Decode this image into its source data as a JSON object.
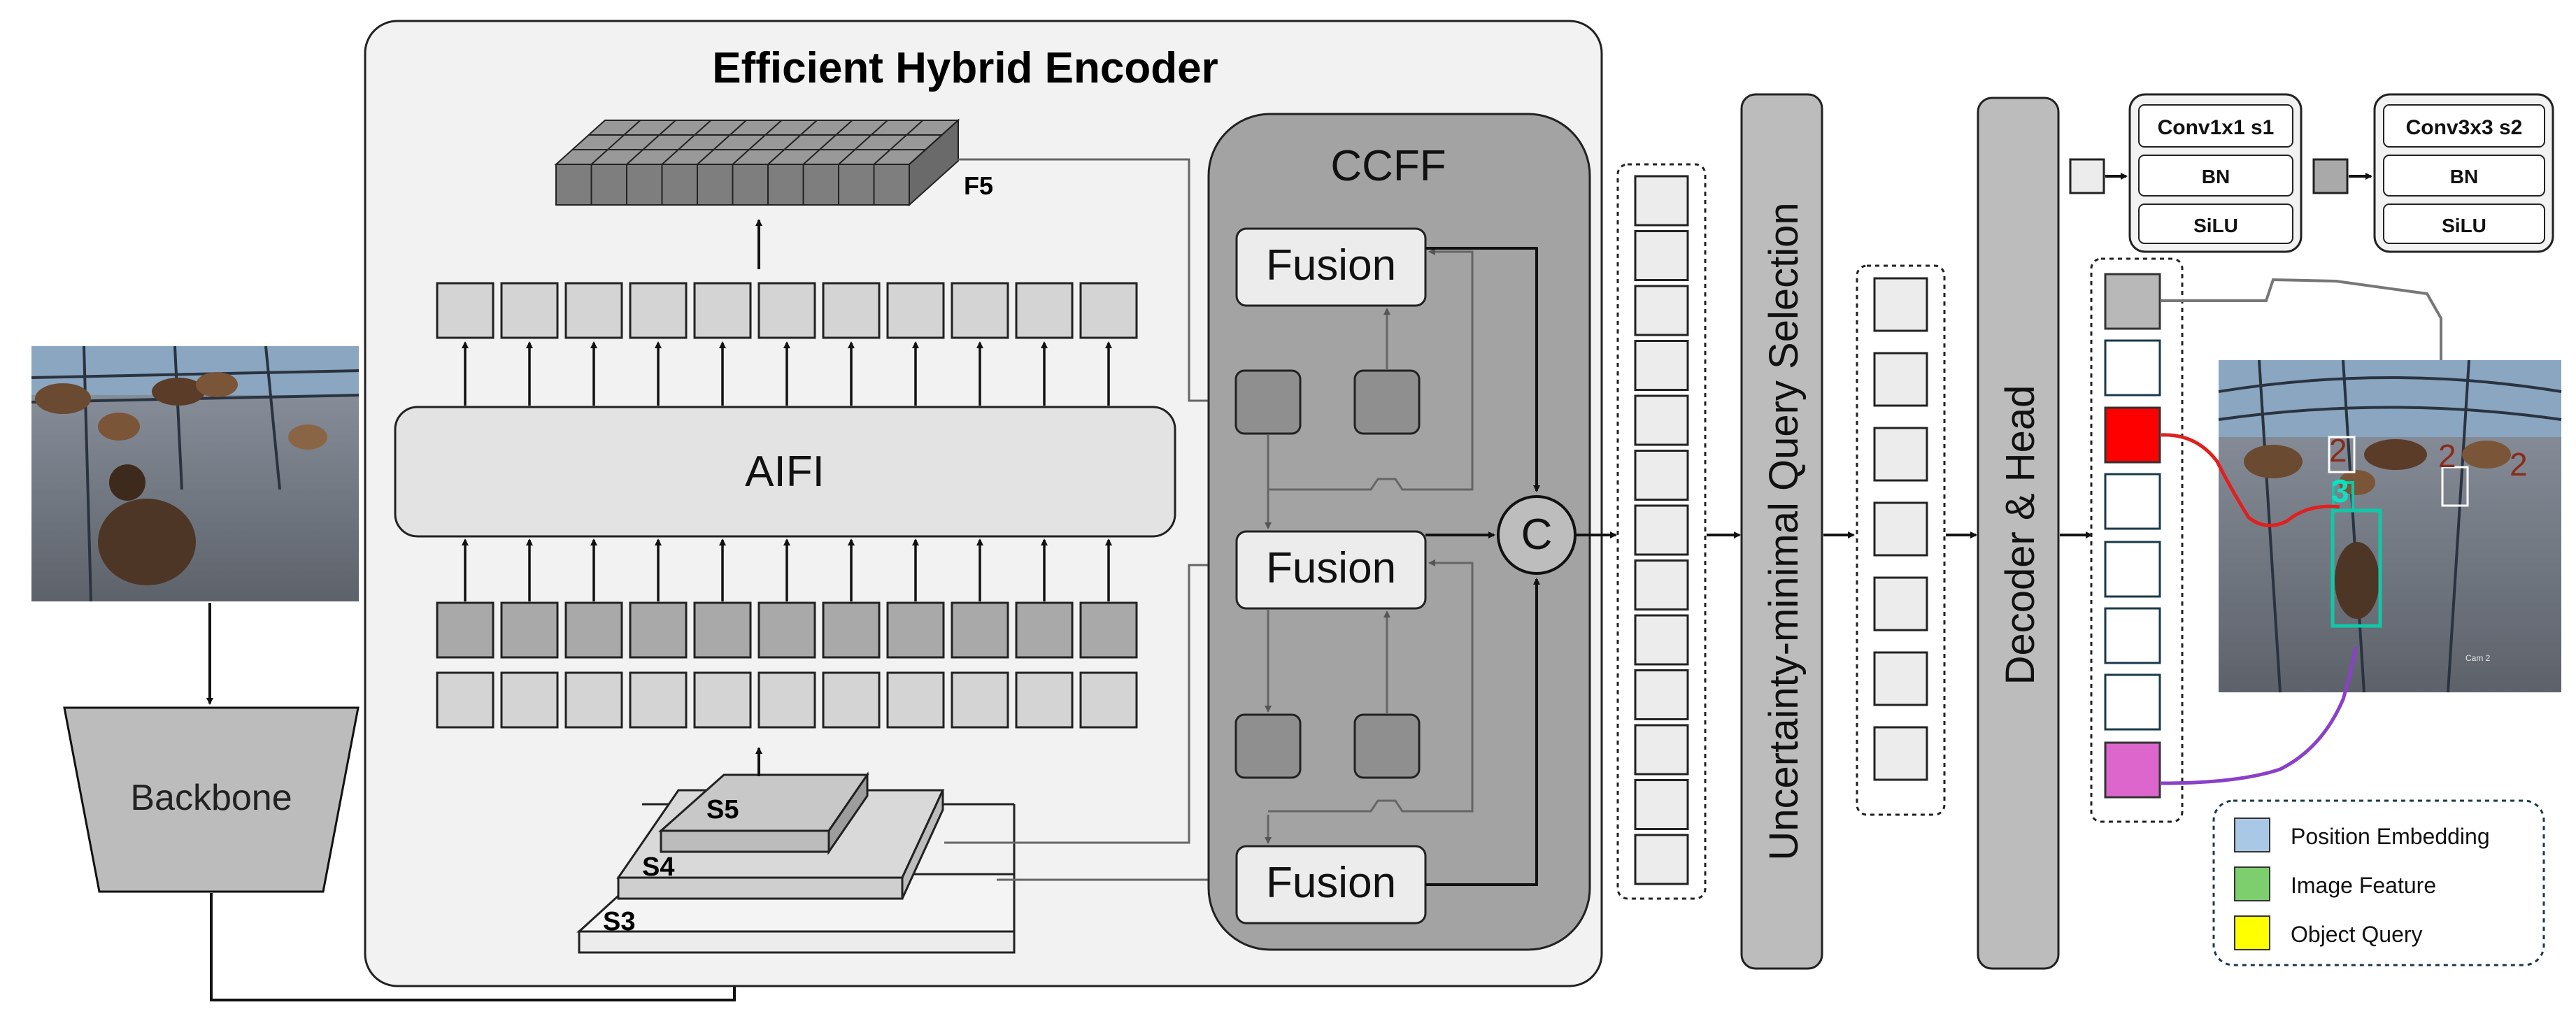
{
  "encoder": {
    "title": "Efficient Hybrid Encoder"
  },
  "ccff": {
    "title": "CCFF",
    "fusion_label": "Fusion",
    "concat_label": "C"
  },
  "aifi": {
    "label": "AIFI"
  },
  "feature": {
    "f5_label": "F5"
  },
  "stages": {
    "s3": "S3",
    "s4": "S4",
    "s5": "S5"
  },
  "backbone": {
    "label": "Backbone"
  },
  "query_selection": {
    "label": "Uncertainty-minimal Query Selection"
  },
  "decoder": {
    "label": "Decoder & Head"
  },
  "conv_block_1": {
    "title": "Conv1x1 s1",
    "bn": "BN",
    "act": "SiLU"
  },
  "conv_block_2": {
    "title": "Conv3x3 s2",
    "bn": "BN",
    "act": "SiLU"
  },
  "legend": {
    "items": [
      {
        "label": "Position Embedding",
        "color": "#a9c8e6"
      },
      {
        "label": "Image Feature",
        "color": "#7ccf6c"
      },
      {
        "label": "Object Query",
        "color": "#ffff00"
      }
    ]
  },
  "detections": {
    "label_2a": "2",
    "label_2b": "2",
    "label_2c": "2",
    "label_3": "3"
  },
  "colors": {
    "query_red": "#ff0000",
    "query_magenta": "#dd66cc",
    "box_teal": "#10c8a8",
    "link_red": "#e02020",
    "link_purple": "#8a40c8"
  }
}
